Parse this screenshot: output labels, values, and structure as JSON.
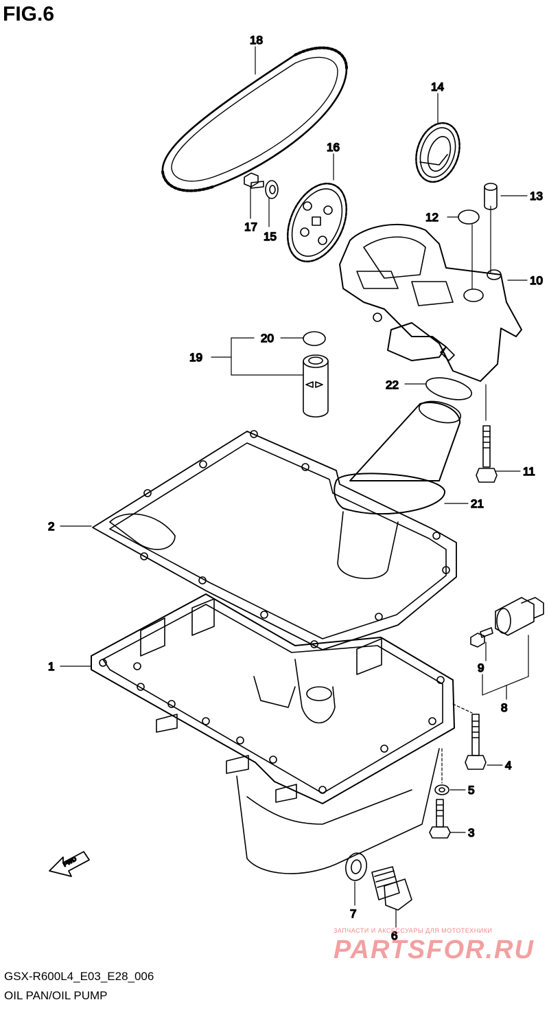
{
  "title": "FIG.6",
  "footer": {
    "code": "GSX-R600L4_E03_E28_006",
    "name": "OIL PAN/OIL PUMP"
  },
  "watermark": {
    "subtitle": "ЗАПЧАСТИ И АКСЕССУАРЫ ДЛЯ МОТОТЕХНИКИ",
    "brand": "PARTSFOR.RU"
  },
  "fwd_label": "FWD",
  "callouts": {
    "n1": "1",
    "n2": "2",
    "n3": "3",
    "n4": "4",
    "n5": "5",
    "n6": "6",
    "n7": "7",
    "n8": "8",
    "n9": "9",
    "n10": "10",
    "n11": "11",
    "n12": "12",
    "n13": "13",
    "n14": "14",
    "n15": "15",
    "n16": "16",
    "n17": "17",
    "n18": "18",
    "n19": "19",
    "n20": "20",
    "n21": "21",
    "n22": "22"
  },
  "colors": {
    "line": "#000000",
    "watermark": "#f08a8a",
    "background": "#ffffff"
  }
}
